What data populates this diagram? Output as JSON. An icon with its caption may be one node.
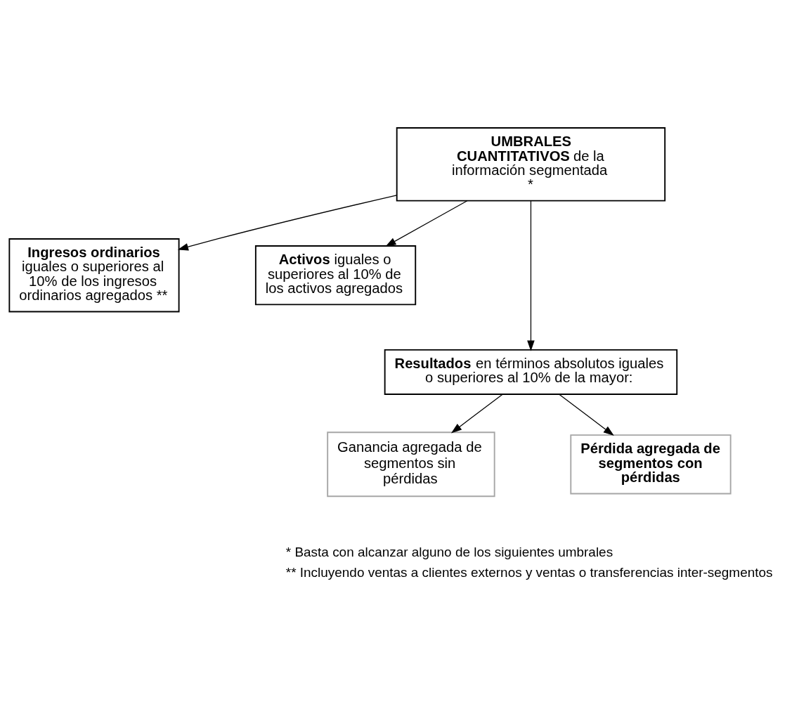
{
  "diagram": {
    "nodes": [
      {
        "text": [
          "**UMBRALES CUANTITATIVOS** de la información segmentada *"
        ]
      },
      {
        "text": [
          "**Ingresos ordinarios** iguales o superiores al 10% de los ingresos ordinarios agregados **"
        ]
      },
      {
        "text": [
          "**Activos** iguales o superiores al 10% de los activos agregados"
        ]
      },
      {
        "text": [
          "**Resultados** en términos absolutos iguales o superiores al 10% de la mayor:"
        ]
      },
      {
        "text": [
          "Ganancia agregada de segmentos sin pérdidas"
        ]
      },
      {
        "text": [
          "Pérdida agregada de segmentos con pérdidas"
        ]
      }
    ],
    "edges": [
      {
        "from": 0,
        "to": 1,
        "arrow": "to"
      },
      {
        "from": 0,
        "to": 2,
        "arrow": "to"
      },
      {
        "from": 0,
        "to": 3,
        "arrow": "to"
      },
      {
        "from": 3,
        "to": 4,
        "arrow": "to"
      },
      {
        "from": 3,
        "to": 5,
        "arrow": "to"
      }
    ],
    "labels": [
      "* Basta con alcanzar alguno de los siguientes umbrales",
      "** Incluyendo ventas a clientes externos y ventas o transferencias inter-segmentos"
    ]
  }
}
